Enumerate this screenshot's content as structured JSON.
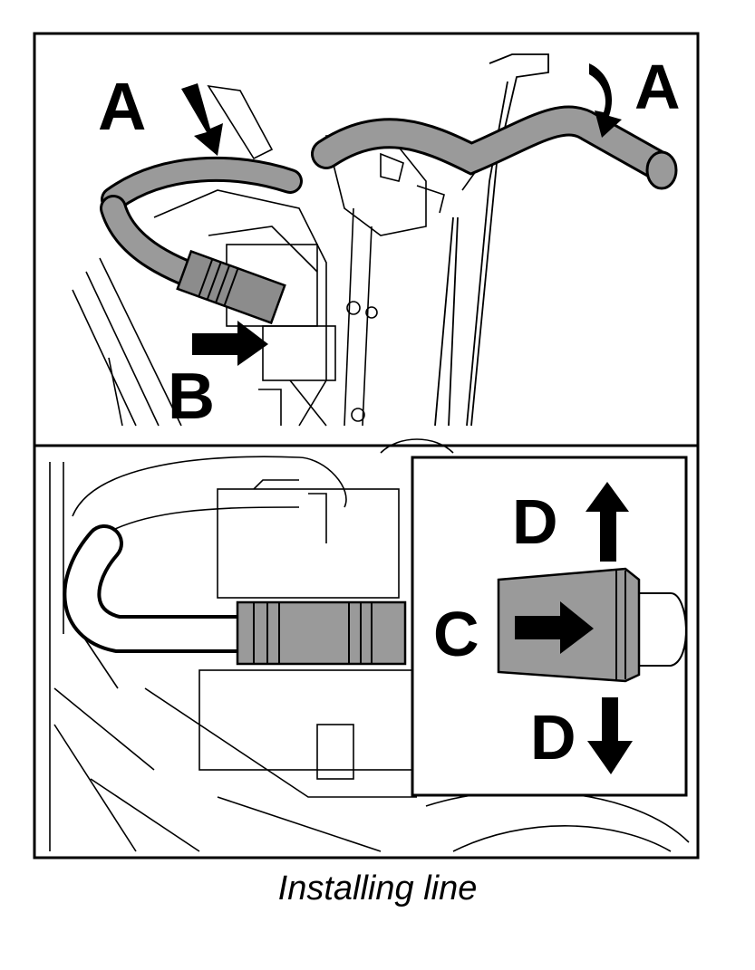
{
  "labels": {
    "a_left": "A",
    "a_right": "A",
    "b": "B",
    "c": "C",
    "d_top": "D",
    "d_bottom": "D"
  },
  "caption": "Installing line",
  "colors": {
    "line": "#000000",
    "hose_fill": "#9a9a9a",
    "background": "#ffffff"
  }
}
